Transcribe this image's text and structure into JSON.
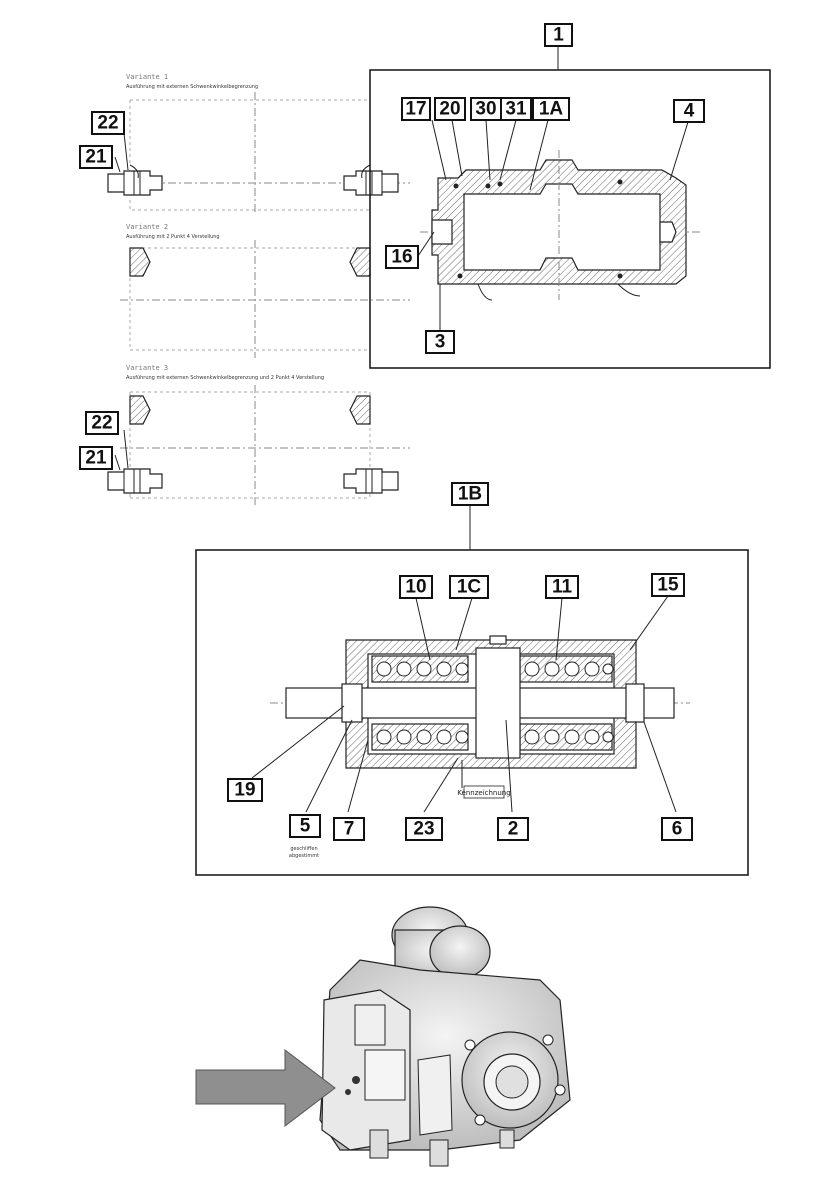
{
  "variants": [
    {
      "title": "Variante 1",
      "note": "Ausführung mit externen Schwenkwinkelbegrenzung"
    },
    {
      "title": "Variante 2",
      "note": "Ausführung mit 2 Punkt 4 Verstellung"
    },
    {
      "title": "Variante 3",
      "note": "Ausführung mit externen Schwenkwinkelbegrenzung und 2 Punkt 4 Verstellung"
    }
  ],
  "callouts": {
    "c1": "1",
    "c1a": "1A",
    "c4": "4",
    "c17": "17",
    "c20": "20",
    "c30": "30",
    "c31": "31",
    "c16": "16",
    "c3": "3",
    "c22a": "22",
    "c21a": "21",
    "c22b": "22",
    "c21b": "21",
    "c1b": "1B",
    "c10": "10",
    "c1c": "1C",
    "c11": "11",
    "c15": "15",
    "c19": "19",
    "c5": "5",
    "c7": "7",
    "c23": "23",
    "c2": "2",
    "c6": "6"
  },
  "annotations": {
    "kennzeichnung": "Kennzeichnung",
    "geschliffen": "geschliffen",
    "abgestimmt": "abgestimmt"
  },
  "colors": {
    "line": "#222222",
    "arrow": "#8f8f8f",
    "background": "#ffffff"
  },
  "icons": [
    "pump-photo",
    "pointer-arrow"
  ]
}
